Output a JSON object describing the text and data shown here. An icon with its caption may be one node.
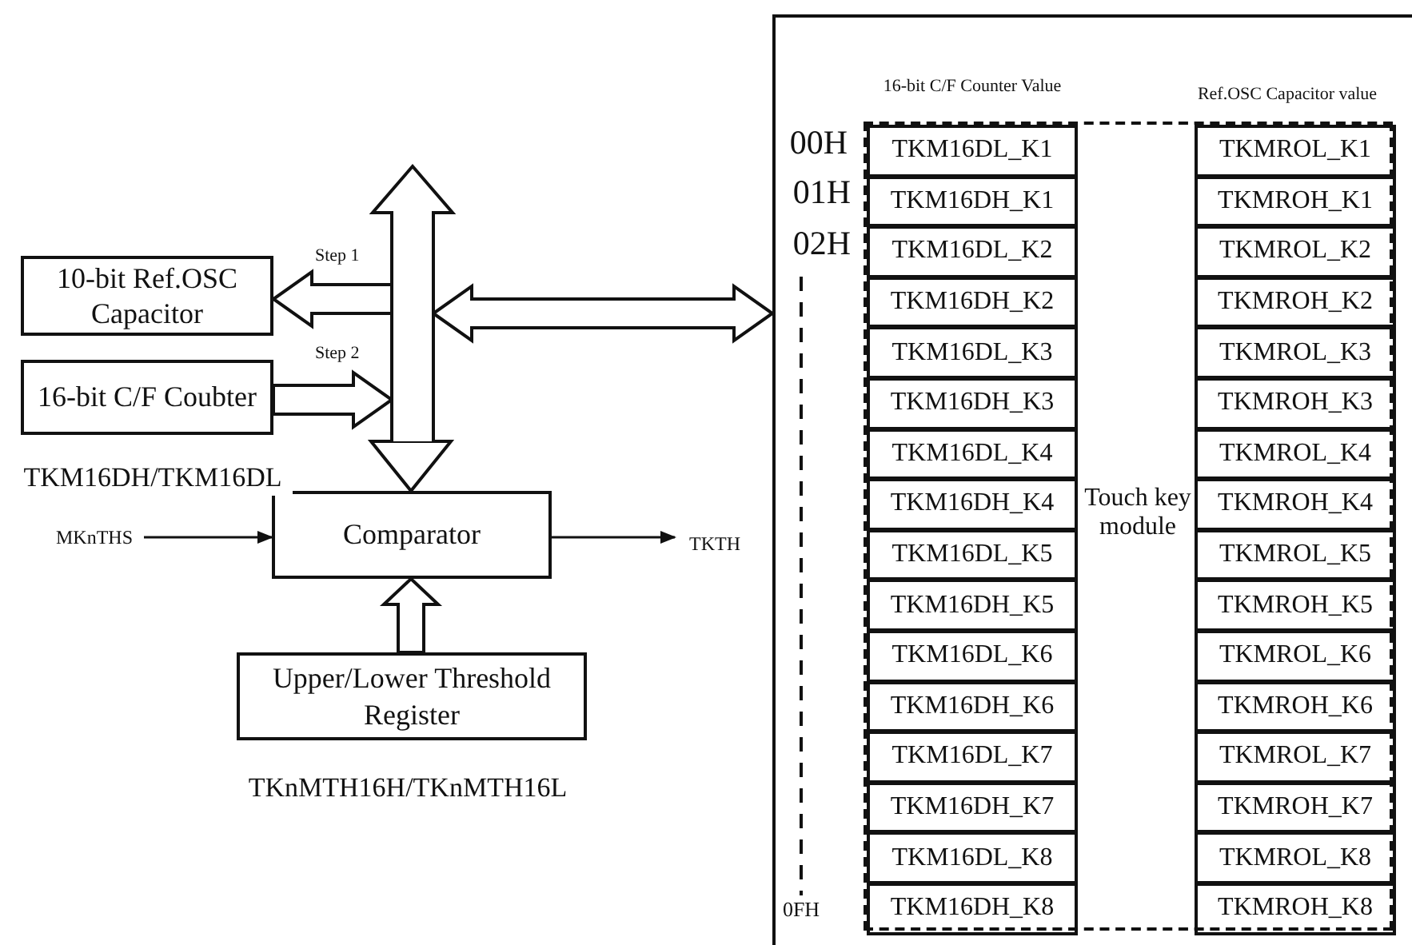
{
  "diagram": {
    "nodes": [
      {
        "text": [
          "10-bit Ref.OSC Capacitor"
        ]
      },
      {
        "text": [
          "16-bit C/F Coubter"
        ]
      },
      {
        "text": [],
        "shape": "bar"
      },
      {
        "text": [
          "Comparator"
        ]
      },
      {
        "text": [
          "Upper/Lower Threshold Register"
        ],
        "beside": [
          "TKnMTH16H/TKnMTH16L"
        ]
      },
      {
        "text": [
          "MKnTHS"
        ]
      },
      {
        "text": [
          "TKTH"
        ]
      },
      {
        "text": [],
        "shape": "box"
      },
      {
        "text": [
          "Touch key module"
        ],
        "in": 7
      },
      {
        "text": [
          "TKM16DL_K1"
        ],
        "in": 8
      },
      {
        "text": [
          "TKMROL_K1"
        ],
        "in": 8
      },
      {
        "text": [
          "TKM16DH_K1"
        ],
        "in": 8
      },
      {
        "text": [
          "TKMROH_K1"
        ],
        "in": 8
      },
      {
        "text": [
          "TKM16DL_K2"
        ],
        "in": 8
      },
      {
        "text": [
          "TKMROL_K2"
        ],
        "in": 8
      },
      {
        "text": [
          "TKM16DH_K2"
        ],
        "in": 8
      },
      {
        "text": [
          "TKMROH_K2"
        ],
        "in": 8
      },
      {
        "text": [
          "TKM16DL_K3"
        ],
        "in": 8
      },
      {
        "text": [
          "TKMROL_K3"
        ],
        "in": 8
      },
      {
        "text": [
          "TKM16DH_K3"
        ],
        "in": 8
      },
      {
        "text": [
          "TKMROH_K3"
        ],
        "in": 8
      },
      {
        "text": [
          "TKM16DL_K4"
        ],
        "in": 8
      },
      {
        "text": [
          "TKMROL_K4"
        ],
        "in": 8
      },
      {
        "text": [
          "TKM16DH_K4"
        ],
        "in": 8
      },
      {
        "text": [
          "TKMROH_K4"
        ],
        "in": 8
      },
      {
        "text": [
          "TKM16DL_K5"
        ],
        "in": 8
      },
      {
        "text": [
          "TKMROL_K5"
        ],
        "in": 8
      },
      {
        "text": [
          "TKM16DH_K5"
        ],
        "in": 8
      },
      {
        "text": [
          "TKMROH_K5"
        ],
        "in": 8
      },
      {
        "text": [
          "TKM16DL_K6"
        ],
        "in": 8
      },
      {
        "text": [
          "TKMROL_K6"
        ],
        "in": 8
      },
      {
        "text": [
          "TKM16DH_K6"
        ],
        "in": 8
      },
      {
        "text": [
          "TKMROH_K6"
        ],
        "in": 8
      },
      {
        "text": [
          "TKM16DL_K7"
        ],
        "in": 8
      },
      {
        "text": [
          "TKMROL_K7"
        ],
        "in": 8
      },
      {
        "text": [
          "TKM16DH_K7"
        ],
        "in": 8
      },
      {
        "text": [
          "TKMROH_K7"
        ],
        "in": 8
      },
      {
        "text": [
          "TKM16DL_K8"
        ],
        "in": 8
      },
      {
        "text": [
          "TKMROL_K8"
        ],
        "in": 8
      },
      {
        "text": [
          "TKM16DH_K8"
        ],
        "in": 8
      },
      {
        "text": [
          "TKMROH_K8"
        ],
        "in": 8
      }
    ],
    "edges": [
      {
        "from": 2,
        "to": 0,
        "arrow": "to",
        "label": "Step 1",
        "style": "thick"
      },
      {
        "from": 1,
        "to": 2,
        "arrow": "to",
        "label": "Step 2",
        "style": "thick"
      },
      {
        "from": 2,
        "to": 7,
        "arrow": "both",
        "style": "thick"
      },
      {
        "from": 2,
        "to": 3,
        "arrow": "to",
        "style": "thick"
      },
      {
        "from": 4,
        "to": 3,
        "arrow": "to",
        "style": "thick"
      },
      {
        "from": 5,
        "to": 3,
        "arrow": "to"
      },
      {
        "from": 3,
        "to": 6,
        "arrow": "to"
      }
    ],
    "labels": [
      "TKM16DH/TKM16DL",
      "16-bit C/F Counter Value",
      "Ref.OSC Capacitor value",
      "00H",
      "01H",
      "02H",
      "0FH"
    ]
  }
}
